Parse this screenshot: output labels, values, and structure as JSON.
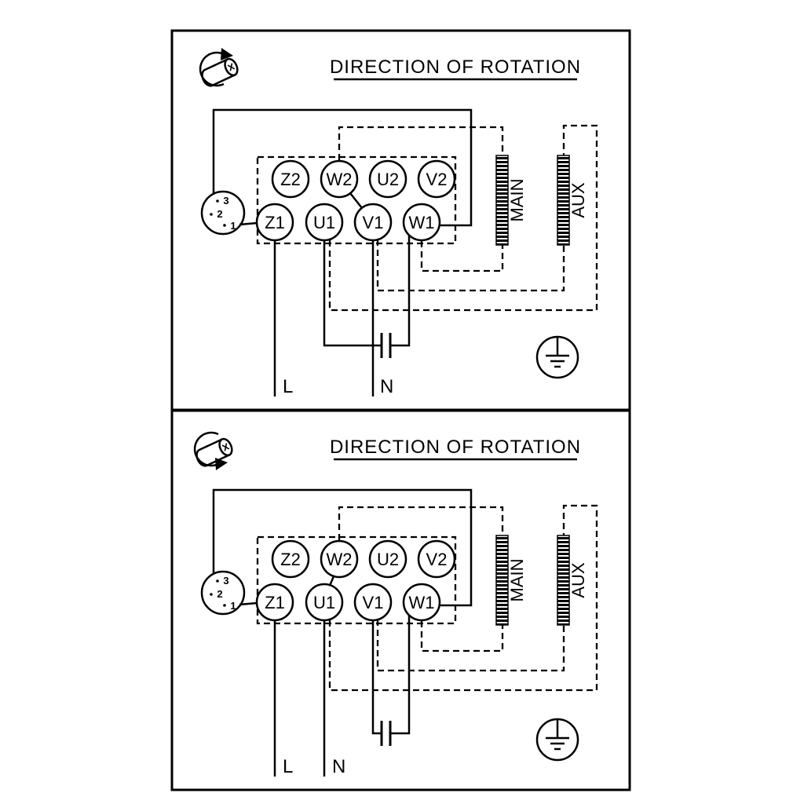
{
  "diagram": {
    "background": "#ffffff",
    "line_color": "#000000",
    "type": "single-phase motor wiring / direction of rotation schematic"
  },
  "icons": {
    "rotation": "rotation-direction-icon",
    "ground": "earth-ground-icon",
    "capacitor": "capacitor-icon"
  },
  "panels": [
    {
      "title": "DIRECTION OF ROTATION",
      "rotation": "direction-a",
      "terminals_top": [
        "Z2",
        "W2",
        "U2",
        "V2"
      ],
      "terminals_bottom": [
        "Z1",
        "U1",
        "V1",
        "W1"
      ],
      "selector_pins": [
        "3",
        "2",
        "1"
      ],
      "windings": {
        "main": "MAIN",
        "aux": "AUX"
      },
      "power": {
        "line": "L",
        "neutral": "N"
      },
      "bridge_link": "W2-V1"
    },
    {
      "title": "DIRECTION OF ROTATION",
      "rotation": "direction-b",
      "terminals_top": [
        "Z2",
        "W2",
        "U2",
        "V2"
      ],
      "terminals_bottom": [
        "Z1",
        "U1",
        "V1",
        "W1"
      ],
      "selector_pins": [
        "3",
        "2",
        "1"
      ],
      "windings": {
        "main": "MAIN",
        "aux": "AUX"
      },
      "power": {
        "line": "L",
        "neutral": "N"
      },
      "bridge_link": "W2-U1"
    }
  ]
}
